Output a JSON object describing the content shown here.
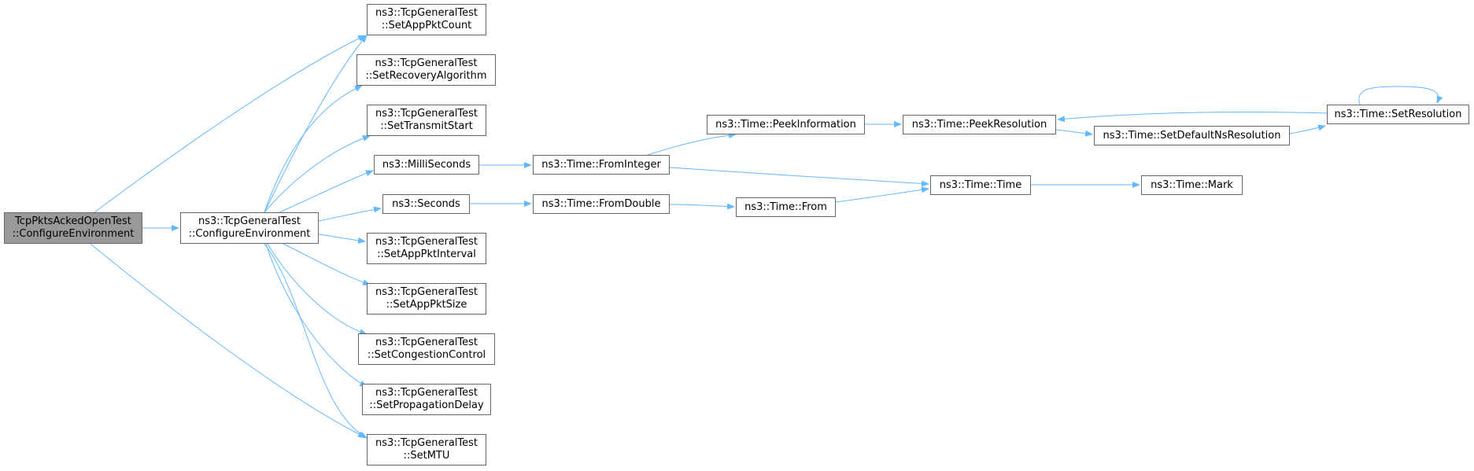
{
  "colors": {
    "edge": "#63b8ff",
    "node_border": "#666666",
    "node_fill": "#ffffff",
    "root_fill": "#999999"
  },
  "nodes": {
    "root": {
      "line1": "TcpPktsAckedOpenTest",
      "line2": "::ConfigureEnvironment"
    },
    "ce": {
      "line1": "ns3::TcpGeneralTest",
      "line2": "::ConfigureEnvironment"
    },
    "appPktCount": {
      "line1": "ns3::TcpGeneralTest",
      "line2": "::SetAppPktCount"
    },
    "recovery": {
      "line1": "ns3::TcpGeneralTest",
      "line2": "::SetRecoveryAlgorithm"
    },
    "transmitStart": {
      "line1": "ns3::TcpGeneralTest",
      "line2": "::SetTransmitStart"
    },
    "milli": {
      "label": "ns3::MilliSeconds"
    },
    "seconds": {
      "label": "ns3::Seconds"
    },
    "appPktInterval": {
      "line1": "ns3::TcpGeneralTest",
      "line2": "::SetAppPktInterval"
    },
    "appPktSize": {
      "line1": "ns3::TcpGeneralTest",
      "line2": "::SetAppPktSize"
    },
    "congestion": {
      "line1": "ns3::TcpGeneralTest",
      "line2": "::SetCongestionControl"
    },
    "propagation": {
      "line1": "ns3::TcpGeneralTest",
      "line2": "::SetPropagationDelay"
    },
    "mtu": {
      "line1": "ns3::TcpGeneralTest",
      "line2": "::SetMTU"
    },
    "fromInteger": {
      "label": "ns3::Time::FromInteger"
    },
    "fromDouble": {
      "label": "ns3::Time::FromDouble"
    },
    "peekInfo": {
      "label": "ns3::Time::PeekInformation"
    },
    "from": {
      "label": "ns3::Time::From"
    },
    "peekRes": {
      "label": "ns3::Time::PeekResolution"
    },
    "time": {
      "label": "ns3::Time::Time"
    },
    "setDefault": {
      "label": "ns3::Time::SetDefaultNsResolution"
    },
    "mark": {
      "label": "ns3::Time::Mark"
    },
    "setRes": {
      "label": "ns3::Time::SetResolution"
    }
  },
  "edges": [
    [
      "root",
      "ce"
    ],
    [
      "root",
      "appPktCount"
    ],
    [
      "root",
      "mtu"
    ],
    [
      "ce",
      "appPktCount"
    ],
    [
      "ce",
      "recovery"
    ],
    [
      "ce",
      "transmitStart"
    ],
    [
      "ce",
      "milli"
    ],
    [
      "ce",
      "seconds"
    ],
    [
      "ce",
      "appPktInterval"
    ],
    [
      "ce",
      "appPktSize"
    ],
    [
      "ce",
      "congestion"
    ],
    [
      "ce",
      "propagation"
    ],
    [
      "ce",
      "mtu"
    ],
    [
      "milli",
      "fromInteger"
    ],
    [
      "seconds",
      "fromDouble"
    ],
    [
      "fromInteger",
      "peekInfo"
    ],
    [
      "fromInteger",
      "time"
    ],
    [
      "fromDouble",
      "from"
    ],
    [
      "from",
      "time"
    ],
    [
      "peekInfo",
      "peekRes"
    ],
    [
      "peekRes",
      "setDefault"
    ],
    [
      "setDefault",
      "setRes"
    ],
    [
      "setRes",
      "peekRes"
    ],
    [
      "setRes",
      "setRes"
    ],
    [
      "time",
      "mark"
    ]
  ]
}
